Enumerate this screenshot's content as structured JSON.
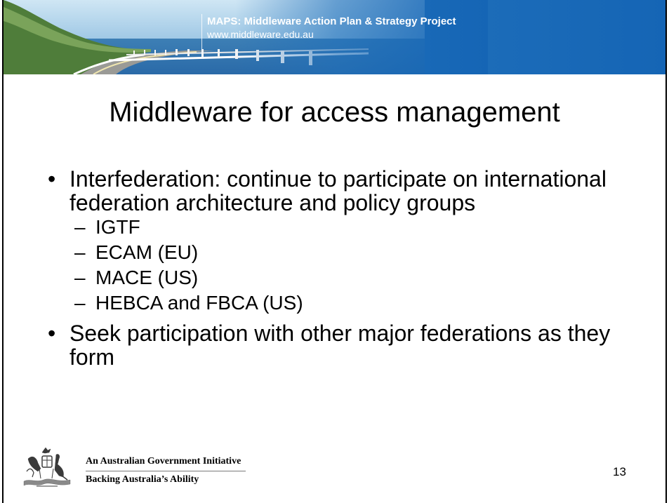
{
  "header": {
    "title": "MAPS: Middleware Action Plan & Strategy Project",
    "url": "www.middleware.edu.au"
  },
  "slide": {
    "title": "Middleware for access management",
    "bullet_symbol": "•",
    "dash_symbol": "–",
    "bullets": [
      {
        "text": "Interfederation: continue to participate on international federation architecture and policy groups",
        "subitems": [
          "IGTF",
          "ECAM (EU)",
          "MACE (US)",
          "HEBCA and FBCA (US)"
        ]
      },
      {
        "text": "Seek participation with other major federations as they form"
      }
    ]
  },
  "footer": {
    "line1": "An Australian Government Initiative",
    "line2": "Backing Australia’s Ability",
    "logo_icon": "australian-coat-of-arms-icon",
    "page_number": "13"
  },
  "colors": {
    "banner_blue": "#1f6fba",
    "text": "#000000"
  }
}
